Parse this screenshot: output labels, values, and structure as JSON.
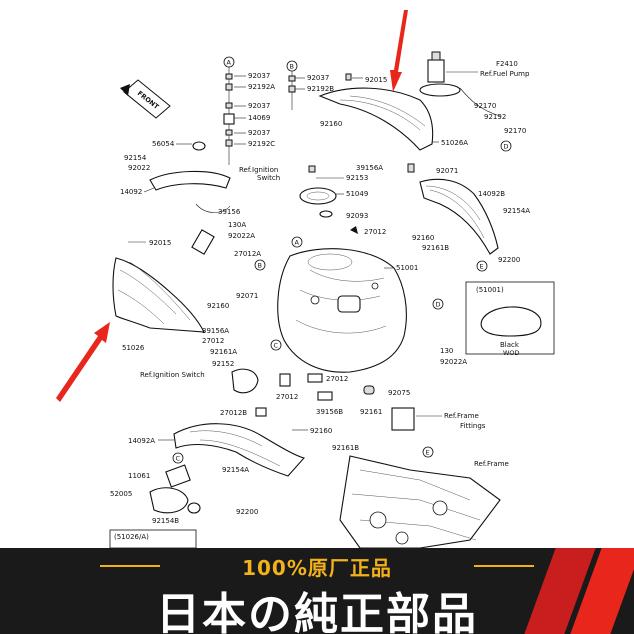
{
  "diagram": {
    "front_label": "FRONT",
    "part_numbers": {
      "n92037_a": "92037",
      "n92192a": "92192A",
      "n92037_b": "92037",
      "n14069": "14069",
      "n92037_c": "92037",
      "n92192c": "92192C",
      "n92037_d": "92037",
      "n92192b": "92192B",
      "n92015_top": "92015",
      "nf2410": "F2410",
      "ref_fuel_pump": "Ref.Fuel Pump",
      "n92170_a": "92170",
      "n92192": "92192",
      "n92170_b": "92170",
      "n92160_top": "92160",
      "n51026a": "51026A",
      "n39156a_top": "39156A",
      "n92071_top": "92071",
      "n56054": "56054",
      "n92154": "92154",
      "n92022": "92022",
      "n14092": "14092",
      "n39156": "39156",
      "ref_ignition_switch_top": "Ref.Ignition",
      "ref_ignition_switch_top2": "Switch",
      "n92153": "92153",
      "n51049": "51049",
      "n92093": "92093",
      "n27012_a": "27012",
      "n14092b": "14092B",
      "n92154a_r": "92154A",
      "n92160_r": "92160",
      "n92161b_r": "92161B",
      "n92200_r": "92200",
      "n130a": "130A",
      "n92022a_l": "92022A",
      "n92015_l": "92015",
      "n27012a": "27012A",
      "n51001": "51001",
      "n92160_l": "92160",
      "n92071_l": "92071",
      "n39156a_l": "39156A",
      "n27012_l": "27012",
      "n92161a": "92161A",
      "n92152": "92152",
      "n51026": "51026",
      "ref_ignition_switch_l": "Ref.Ignition Switch",
      "n51001_box": "(51001)",
      "black_label": "Black",
      "wod_label": "WOD",
      "n130_r": "130",
      "n92022a_r": "92022A",
      "n27012_m1": "27012",
      "n27012_m2": "27012",
      "n92075": "92075",
      "n39156b": "39156B",
      "n92161_r": "92161",
      "ref_frame_fittings": "Ref.Frame",
      "ref_frame_fittings2": "Fittings",
      "n27012b": "27012B",
      "n92160_m": "92160",
      "n14092a": "14092A",
      "n92161b_m": "92161B",
      "ref_frame": "Ref.Frame",
      "n11061": "11061",
      "n92154a_m": "92154A",
      "n52005": "52005",
      "n92200_m": "92200",
      "n92154b": "92154B",
      "n51026a_box": "(51026/A)"
    },
    "callouts": [
      "A",
      "B",
      "C",
      "D",
      "E"
    ]
  },
  "banner": {
    "top_text": "100%原厂正品",
    "main_text": "日本の純正部品"
  },
  "colors": {
    "accent_red": "#e8261c",
    "banner_gold": "#f2b21b",
    "banner_bg": "#1a1a1a"
  }
}
